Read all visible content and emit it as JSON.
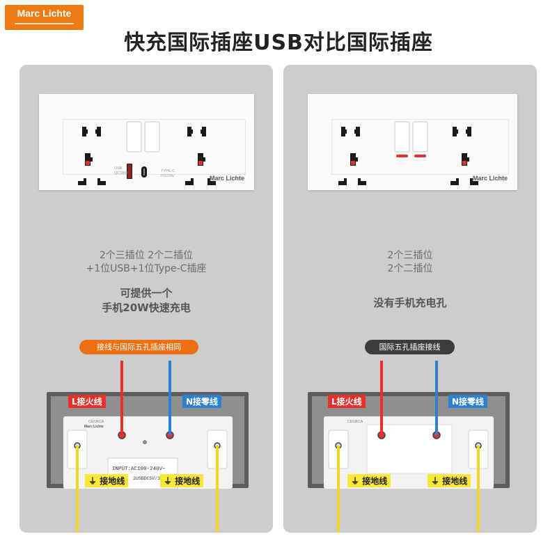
{
  "logo": {
    "brand": "Marc Lichte"
  },
  "title": "快充国际插座USB对比国际插座",
  "colors": {
    "logo_bg": "#ee7a12",
    "card_bg": "#cdcdcd",
    "live_wire": "#e8302b",
    "neutral_wire": "#2b80cf",
    "ground_wire": "#f1d628",
    "orange_badge": "#ee6f12",
    "dark_badge": "#3c3c3c"
  },
  "left": {
    "panel_brand": "Marc Lichte",
    "usb_label": [
      "USB",
      "QC18W"
    ],
    "typec_label": [
      "TYPE-C",
      "PD20W"
    ],
    "desc": [
      "2个三插位 2个二插位",
      "+1位USB+1位Type-C插座"
    ],
    "highlight": [
      "可提供一个",
      "手机20W快速充电"
    ],
    "badge": "接线与国际五孔插座相同",
    "wiring": {
      "live_label": "L接火线",
      "neutral_label": "N接零线",
      "ground_left": "接地线",
      "ground_right": "接地线",
      "cert": "CE/UKCA",
      "brand": "Marc Lichte",
      "input": "INPUT:AC100-240V~",
      "output": "2USBDC5V/3"
    }
  },
  "right": {
    "panel_brand": "Marc Lichte",
    "desc": [
      "2个三插位",
      "2个二插位"
    ],
    "highlight": [
      "没有手机充电孔"
    ],
    "badge": "国际五孔插座接线",
    "wiring": {
      "live_label": "L接火线",
      "neutral_label": "N接零线",
      "ground_left": "接地线",
      "ground_right": "接地线",
      "cert": "CE/UKCA"
    }
  }
}
